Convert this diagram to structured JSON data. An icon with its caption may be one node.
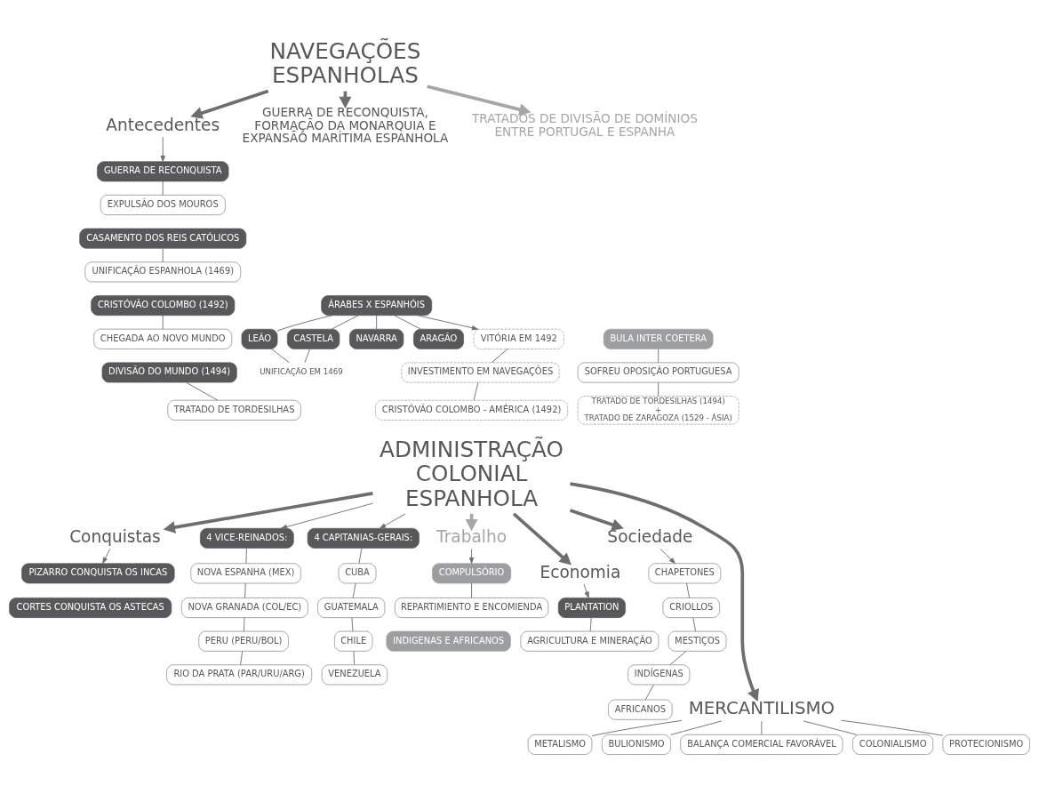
{
  "diagram": {
    "nodes": [
      {
        "text": [
          "NAVEGAÇÕES ESPANHOLAS"
        ]
      },
      {
        "text": [
          "Antecedentes"
        ]
      },
      {
        "text": [
          "GUERRA DE RECONQUISTA"
        ]
      },
      {
        "text": [
          "EXPULSÃO DOS MOUROS"
        ]
      },
      {
        "text": [
          "CASAMENTO DOS REIS CATÓLICOS"
        ]
      },
      {
        "text": [
          "UNIFICAÇÃO ESPANHOLA (1469)"
        ]
      },
      {
        "text": [
          "CRISTÓVÃO COLOMBO (1492)"
        ]
      },
      {
        "text": [
          "CHEGADA AO NOVO MUNDO"
        ]
      },
      {
        "text": [
          "DIVISÃO DO MUNDO (1494)"
        ]
      },
      {
        "text": [
          "TRATADO DE TORDESILHAS"
        ]
      },
      {
        "text": [
          "GUERRA DE RECONQUISTA, FORMAÇÃO DA MONARQUIA E EXPANSÃO MARÍTIMA ESPANHOLA"
        ]
      },
      {
        "text": [
          "ÁRABES X ESPANHÓIS"
        ]
      },
      {
        "text": [
          "LEÃO"
        ]
      },
      {
        "text": [
          "CASTELA"
        ]
      },
      {
        "text": [
          "NAVARRA"
        ]
      },
      {
        "text": [
          "ARAGÃO"
        ]
      },
      {
        "text": [
          "UNIFICAÇÃO EM 1469"
        ]
      },
      {
        "text": [
          "VITÓRIA EM 1492"
        ]
      },
      {
        "text": [
          "INVESTIMENTO EM NAVEGAÇÕES"
        ]
      },
      {
        "text": [
          "CRISTÓVÃO COLOMBO - AMÉRICA (1492)"
        ]
      },
      {
        "text": [
          "TRATADOS DE DIVISÃO DE DOMÍNIOS ENTRE PORTUGAL E ESPANHA"
        ]
      },
      {
        "text": [
          "BULA INTER COETERA"
        ]
      },
      {
        "text": [
          "SOFREU OPOSIÇÃO PORTUGUESA"
        ]
      },
      {
        "text": [
          "TRATADO DE TORDESILHAS (1494)",
          "+",
          "TRATADO DE ZARAGOZA (1529 - ÁSIA)"
        ]
      },
      {
        "text": [
          "ADMINISTRAÇÃO COLONIAL ESPANHOLA"
        ]
      },
      {
        "text": [
          "Conquistas"
        ]
      },
      {
        "text": [
          "PIZARRO CONQUISTA OS INCAS"
        ]
      },
      {
        "text": [
          "CORTES CONQUISTA OS ASTECAS"
        ]
      },
      {
        "text": [
          "4 VICE-REINADOS:"
        ]
      },
      {
        "text": [
          "NOVA ESPANHA (MEX)"
        ]
      },
      {
        "text": [
          "NOVA GRANADA (COL/EC)"
        ]
      },
      {
        "text": [
          "PERU (PERU/BOL)"
        ]
      },
      {
        "text": [
          "RIO DA PRATA (PAR/URU/ARG)"
        ]
      },
      {
        "text": [
          "4 CAPITANIAS-GERAIS:"
        ]
      },
      {
        "text": [
          "CUBA"
        ]
      },
      {
        "text": [
          "GUATEMALA"
        ]
      },
      {
        "text": [
          "CHILE"
        ]
      },
      {
        "text": [
          "VENEZUELA"
        ]
      },
      {
        "text": [
          "Trabalho"
        ]
      },
      {
        "text": [
          "COMPULSÓRIO"
        ]
      },
      {
        "text": [
          "REPARTIMIENTO E ENCOMIENDA"
        ]
      },
      {
        "text": [
          "INDIGENAS E AFRICANOS"
        ]
      },
      {
        "text": [
          "Economia"
        ]
      },
      {
        "text": [
          "PLANTATION"
        ]
      },
      {
        "text": [
          "AGRICULTURA E MINERAÇÃO"
        ]
      },
      {
        "text": [
          "Sociedade"
        ]
      },
      {
        "text": [
          "CHAPETONES"
        ]
      },
      {
        "text": [
          "CRIOLLOS"
        ]
      },
      {
        "text": [
          "MESTIÇOS"
        ]
      },
      {
        "text": [
          "INDÍGENAS"
        ]
      },
      {
        "text": [
          "AFRICANOS"
        ]
      },
      {
        "text": [
          "MERCANTILISMO"
        ]
      },
      {
        "text": [
          "METALISMO"
        ]
      },
      {
        "text": [
          "BULIONISMO"
        ]
      },
      {
        "text": [
          "BALANÇA COMERCIAL FAVORÁVEL"
        ]
      },
      {
        "text": [
          "COLONIALISMO"
        ]
      },
      {
        "text": [
          "PROTECIONISMO"
        ]
      }
    ],
    "edges": [
      {
        "from": 0,
        "to": 1,
        "arrow": "to",
        "style": "thick"
      },
      {
        "from": 0,
        "to": 10,
        "arrow": "to",
        "style": "thick"
      },
      {
        "from": 0,
        "to": 20,
        "arrow": "to",
        "style": "thick",
        "color": "#a6a6a8"
      },
      {
        "from": 1,
        "to": 2,
        "arrow": "to"
      },
      {
        "from": 2,
        "to": 3,
        "arrow": "none"
      },
      {
        "from": 4,
        "to": 5,
        "arrow": "none"
      },
      {
        "from": 6,
        "to": 7,
        "arrow": "none"
      },
      {
        "from": 8,
        "to": 9,
        "arrow": "none"
      },
      {
        "from": 11,
        "to": 12,
        "arrow": "none"
      },
      {
        "from": 11,
        "to": 13,
        "arrow": "none"
      },
      {
        "from": 11,
        "to": 14,
        "arrow": "none"
      },
      {
        "from": 11,
        "to": 15,
        "arrow": "none"
      },
      {
        "from": 12,
        "to": 16,
        "arrow": "none"
      },
      {
        "from": 13,
        "to": 16,
        "arrow": "none"
      },
      {
        "from": 11,
        "to": 17,
        "arrow": "to"
      },
      {
        "from": 17,
        "to": 18,
        "arrow": "none"
      },
      {
        "from": 18,
        "to": 19,
        "arrow": "none"
      },
      {
        "from": 21,
        "to": 22,
        "arrow": "none"
      },
      {
        "from": 22,
        "to": 23,
        "arrow": "none"
      },
      {
        "from": 24,
        "to": 25,
        "arrow": "to",
        "style": "thick"
      },
      {
        "from": 24,
        "to": 38,
        "arrow": "to",
        "style": "thick",
        "color": "#a6a6a8"
      },
      {
        "from": 24,
        "to": 45,
        "arrow": "to",
        "style": "thick"
      },
      {
        "from": 24,
        "to": 42,
        "arrow": "to",
        "style": "thick"
      },
      {
        "from": 24,
        "to": 51,
        "arrow": "to",
        "style": "thick"
      },
      {
        "from": 25,
        "to": 26,
        "arrow": "to"
      },
      {
        "from": 24,
        "to": 28,
        "arrow": "to"
      },
      {
        "from": 24,
        "to": 33,
        "arrow": "to"
      },
      {
        "from": 28,
        "to": 29,
        "arrow": "none"
      },
      {
        "from": 29,
        "to": 30,
        "arrow": "none"
      },
      {
        "from": 30,
        "to": 31,
        "arrow": "none"
      },
      {
        "from": 31,
        "to": 32,
        "arrow": "none"
      },
      {
        "from": 33,
        "to": 34,
        "arrow": "none"
      },
      {
        "from": 34,
        "to": 35,
        "arrow": "none"
      },
      {
        "from": 35,
        "to": 36,
        "arrow": "none"
      },
      {
        "from": 36,
        "to": 37,
        "arrow": "none"
      },
      {
        "from": 38,
        "to": 39,
        "arrow": "to"
      },
      {
        "from": 39,
        "to": 40,
        "arrow": "none"
      },
      {
        "from": 42,
        "to": 43,
        "arrow": "to"
      },
      {
        "from": 43,
        "to": 44,
        "arrow": "none"
      },
      {
        "from": 45,
        "to": 46,
        "arrow": "to"
      },
      {
        "from": 46,
        "to": 47,
        "arrow": "none"
      },
      {
        "from": 47,
        "to": 48,
        "arrow": "none"
      },
      {
        "from": 48,
        "to": 49,
        "arrow": "none"
      },
      {
        "from": 49,
        "to": 50,
        "arrow": "none"
      },
      {
        "from": 51,
        "to": 52,
        "arrow": "none"
      },
      {
        "from": 51,
        "to": 53,
        "arrow": "none"
      },
      {
        "from": 51,
        "to": 54,
        "arrow": "none"
      },
      {
        "from": 51,
        "to": 55,
        "arrow": "none"
      },
      {
        "from": 51,
        "to": 56,
        "arrow": "none"
      }
    ]
  }
}
